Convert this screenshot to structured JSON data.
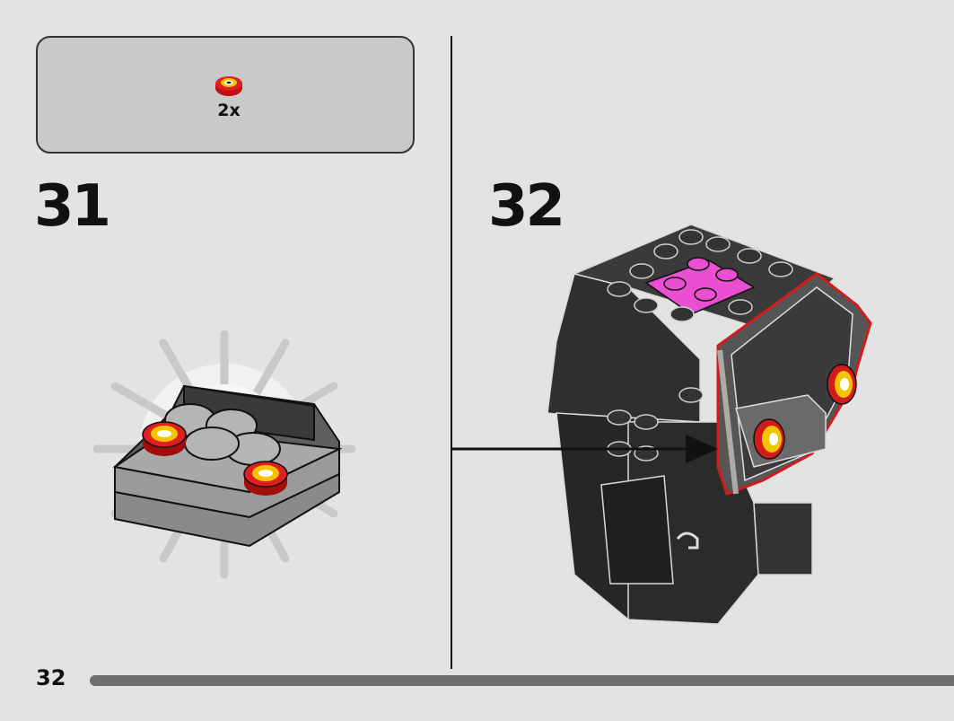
{
  "parts_callout": {
    "quantity": "2x",
    "part_icon": "round-tile-red-yellow-eye-icon"
  },
  "steps": [
    {
      "number": "31"
    },
    {
      "number": "32"
    }
  ],
  "page": {
    "number": "32"
  },
  "colors": {
    "background": "#e3e3e3",
    "callout_fill": "#c9c9c9",
    "brick_black": "#2b2b2b",
    "brick_gray": "#8f8f8f",
    "accent_red": "#d21b1b",
    "accent_yellow": "#f5c400",
    "accent_pink": "#e94fd0"
  }
}
